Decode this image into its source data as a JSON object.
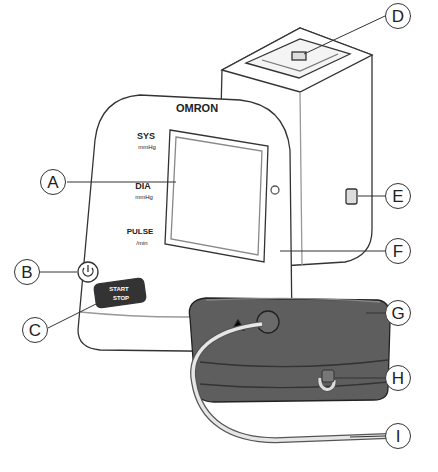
{
  "diagram": {
    "nodes": [
      {
        "text": [
          "A"
        ]
      },
      {
        "text": [
          "B"
        ]
      },
      {
        "text": [
          "C"
        ]
      },
      {
        "text": [
          "D"
        ]
      },
      {
        "text": [
          "E"
        ]
      },
      {
        "text": [
          "F"
        ]
      },
      {
        "text": [
          "G"
        ]
      },
      {
        "text": [
          "H"
        ]
      },
      {
        "text": [
          "I"
        ]
      }
    ],
    "labels": [
      "OMRON",
      "SYS",
      "mmHg",
      "DIA",
      "mmHg",
      "PULSE",
      "/min",
      "START",
      "STOP"
    ]
  }
}
